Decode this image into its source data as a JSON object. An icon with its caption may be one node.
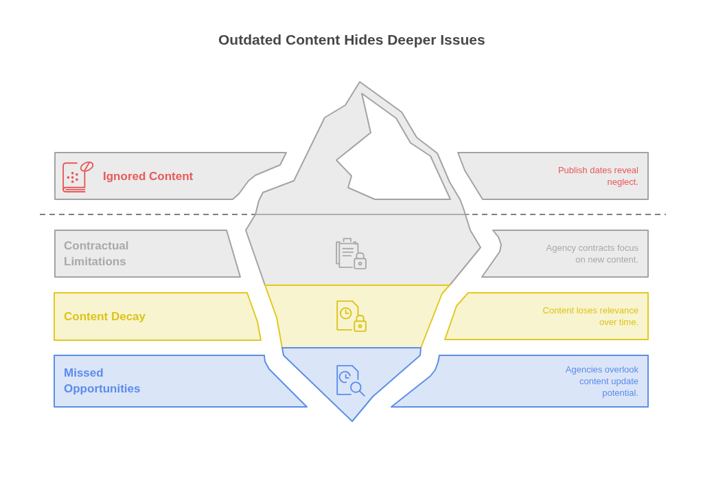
{
  "diagram": {
    "title": "Outdated Content Hides Deeper Issues",
    "nodes": [
      {
        "text": [
          "Ignored Content"
        ]
      },
      {
        "text": [
          "Publish dates reveal neglect."
        ]
      },
      {
        "text": [
          "Contractual Limitations"
        ]
      },
      {
        "text": [
          "Agency contracts focus on new content."
        ]
      },
      {
        "text": [
          "Content Decay"
        ]
      },
      {
        "text": [
          "Content loses relevance over time."
        ]
      },
      {
        "text": [
          "Missed Opportunities"
        ]
      },
      {
        "text": [
          "Agencies overlook content update potential."
        ]
      }
    ]
  }
}
